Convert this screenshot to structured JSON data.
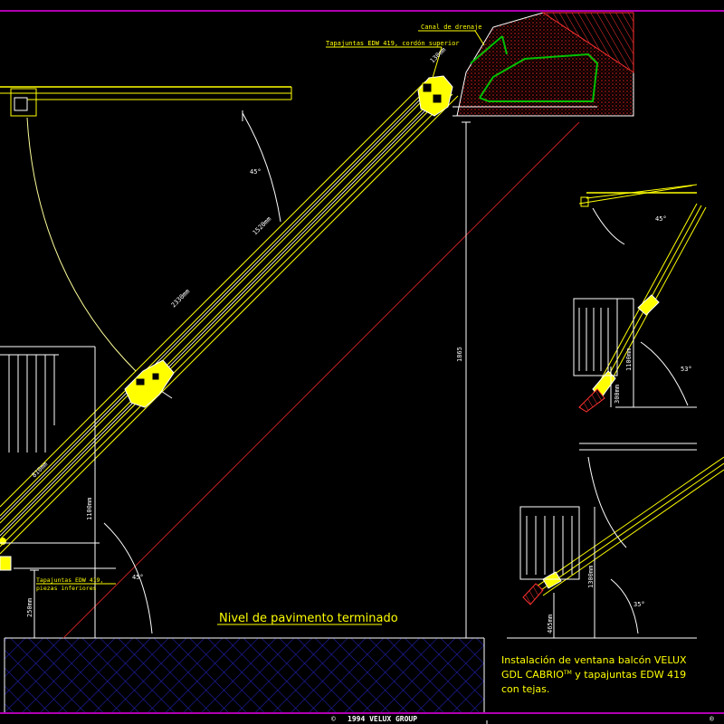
{
  "drawing": {
    "labels": {
      "canal_drenaje": "Canal de drenaje",
      "tapajuntas_superior": "Tapajuntas EDW 419, cordón superior",
      "tapajuntas_inferior_1": "Tapajuntas EDW 419,",
      "tapajuntas_inferior_2": "piezas inferiores",
      "nivel_pavimento": "Nivel de pavimento terminado"
    },
    "dimensions": {
      "d_130": "130mm",
      "d_1520": "1520mm",
      "d_2330": "2330mm",
      "d_810": "810mm",
      "d_1100": "1100mm",
      "d_250": "250mm",
      "d_1865": "1865",
      "d_300": "300mm",
      "d_1100_b": "1100mm",
      "d_1300": "1300mm",
      "d_465": "465mm"
    },
    "angles": {
      "a_main_top": "45°",
      "a_main_bottom": "45°",
      "a_det1_top": "45°",
      "a_det1_bottom": "53°",
      "a_det2": "35°"
    },
    "caption": {
      "line1": "Instalación de ventana balcón VELUX",
      "line2_a": "GDL CABRIO",
      "line2_tm": "TM",
      "line2_b": " y tapajuntas EDW 419",
      "line3": "con tejas."
    },
    "footer": {
      "copyright_symbol": "©",
      "text": "1994 VELUX GROUP",
      "registered_symbol": "®"
    }
  },
  "colors": {
    "background": "#000000",
    "frame": "#b000b0",
    "yellow": "#ffff00",
    "white": "#ffffff",
    "red": "#ff2020",
    "green": "#00c000",
    "blue_hatch": "#1a1aa0",
    "diagonal_red": "#c02020"
  }
}
